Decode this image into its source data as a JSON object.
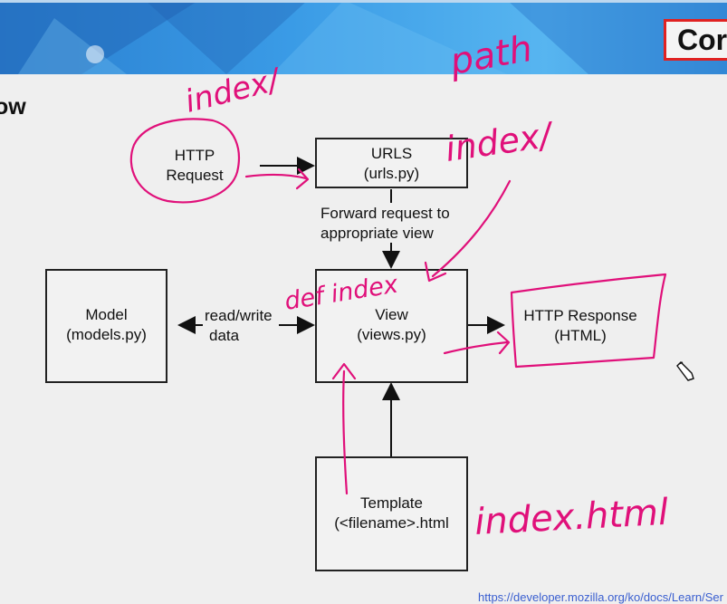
{
  "slide": {
    "title_partial": "Cor",
    "heading_partial": "ow",
    "footer_link": "https://developer.mozilla.org/ko/docs/Learn/Ser"
  },
  "diagram": {
    "http_request": [
      "HTTP",
      "Request"
    ],
    "urls": [
      "URLS",
      "(urls.py)"
    ],
    "forward_label": [
      "Forward request to",
      "appropriate view"
    ],
    "model": [
      "Model",
      "(models.py)"
    ],
    "readwrite_label": [
      "read/write",
      "data"
    ],
    "view": [
      "View",
      "(views.py)"
    ],
    "http_response": [
      "HTTP Response",
      "(HTML)"
    ],
    "template": [
      "Template",
      "(<filename>.html"
    ]
  },
  "annotations": {
    "top_left": "index/",
    "top_right_1": "path",
    "top_right_2": "index/",
    "view_note": "def index",
    "template_note": "index.html"
  },
  "colors": {
    "ink": "#e0107a",
    "title_border": "#e02222"
  }
}
